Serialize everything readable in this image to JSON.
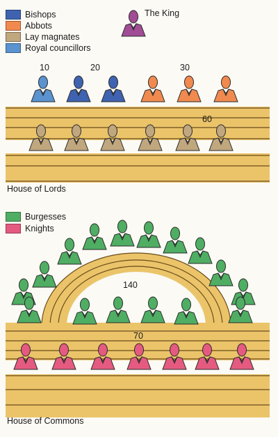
{
  "lords_legend": [
    {
      "label": "Bishops",
      "color": "#3f63b0"
    },
    {
      "label": "Abbots",
      "color": "#f08a4f"
    },
    {
      "label": "Lay magnates",
      "color": "#c0a77e"
    },
    {
      "label": "Royal councillors",
      "color": "#5a93cf"
    }
  ],
  "king": {
    "label": "The King",
    "color": "#a24c96"
  },
  "lords_numbers": [
    "10",
    "20",
    "30",
    "60"
  ],
  "lords_title": "House of Lords",
  "commons_legend": [
    {
      "label": "Burgesses",
      "color": "#4fae63"
    },
    {
      "label": "Knights",
      "color": "#e55a80"
    }
  ],
  "commons_numbers": [
    "140",
    "70"
  ],
  "commons_title": "House of Commons",
  "colors": {
    "bench": "#ebc46a",
    "bench_line": "#6a4c1a",
    "outline": "#2a2a2a"
  }
}
